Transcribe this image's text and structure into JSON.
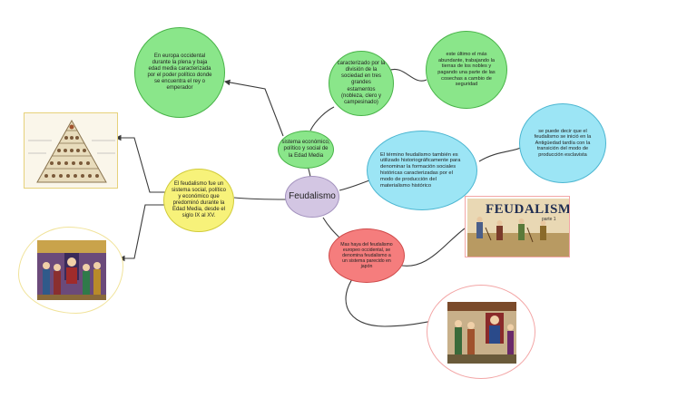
{
  "center": {
    "label": "Feudalismo"
  },
  "nodes": {
    "sistema": "sistema económico, político y social de la Edad Media",
    "europa": "En europa occidental durante la plena y baja edad media caracterizada por el poder político donde se encuentra el rey o emperador",
    "caracterizado": "caracterizado por la división de la sociedad en tres grandes estamentos (nobleza, clero y campesinado)",
    "ultimo": "este último el más abundante, trabajando la tierras de los nobles y pagando una parte de las cosechas a cambio de seguridad",
    "termino": "El término feudalismo también es utilizado historiográficamente para denominar la formación sociales históricas caracterizadas por el modo de producción del materialismo histórico",
    "antiguedad": "se puede decir que el feudalismo se inició en la Antigüedad tardía con la transición del modo de producción esclavista",
    "definicion": "El feudalismo fue un sistema social, político y económico que predominó durante la Edad Media, desde el siglo IX al XV.",
    "mas_alla": "Mas haya del feudalismo europeo occidental, se denomina feudalismo a un sistema parecido en japón"
  },
  "images": {
    "pyramid": "feudal-pyramid-illustration",
    "court": "medieval-court-illustration",
    "banner": "feudalismo-peasants-illustration",
    "banner_title": "FEUDALISMO",
    "banner_sub": "parte 1",
    "throne": "medieval-throne-illustration"
  },
  "colors": {
    "green": "#8ae68a",
    "cyan": "#9ce5f5",
    "yellow": "#f7f27a",
    "pink": "#f57d7d",
    "center": "#d3c6e3",
    "link": "#3a3a3a"
  }
}
